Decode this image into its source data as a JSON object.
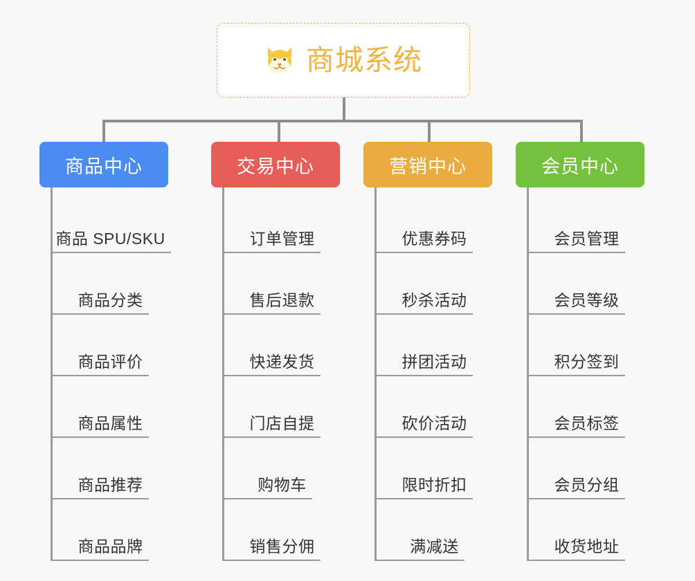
{
  "diagram": {
    "type": "org-chart",
    "background_color": "#f8f8f8",
    "connector_color": "#8e8e8e"
  },
  "root": {
    "icon": "shiba-inu-dog-face-emoji",
    "emoji": "🐕",
    "title": "商城系统",
    "title_color": "#f0b43f",
    "border_color": "#efb243",
    "background_color": "#ffffff"
  },
  "columns": [
    {
      "header": "商品中心",
      "color": "#4a8cf0",
      "items": [
        "商品 SPU/SKU",
        "商品分类",
        "商品评价",
        "商品属性",
        "商品推荐",
        "商品品牌"
      ]
    },
    {
      "header": "交易中心",
      "color": "#e75d58",
      "items": [
        "订单管理",
        "售后退款",
        "快递发货",
        "门店自提",
        "购物车",
        "销售分佣"
      ]
    },
    {
      "header": "营销中心",
      "color": "#eaac3f",
      "items": [
        "优惠券码",
        "秒杀活动",
        "拼团活动",
        "砍价活动",
        "限时折扣",
        "满减送"
      ]
    },
    {
      "header": "会员中心",
      "color": "#75c13e",
      "items": [
        "会员管理",
        "会员等级",
        "积分签到",
        "会员标签",
        "会员分组",
        "收货地址"
      ]
    }
  ]
}
